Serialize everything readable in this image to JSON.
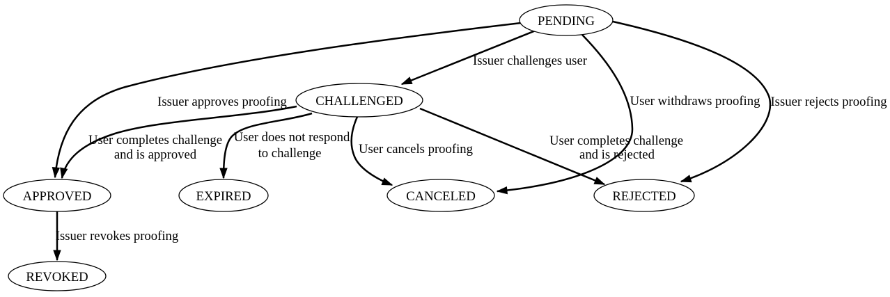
{
  "diagram": {
    "type": "state-transition-diagram",
    "background_color": "#ffffff",
    "stroke_color": "#000000",
    "text_color": "#000000",
    "nodes": {
      "pending": "PENDING",
      "challenged": "CHALLENGED",
      "approved": "APPROVED",
      "expired": "EXPIRED",
      "canceled": "CANCELED",
      "rejected": "REJECTED",
      "revoked": "REVOKED"
    },
    "edges": {
      "pending_challenged": {
        "from": "PENDING",
        "to": "CHALLENGED",
        "label": "Issuer challenges user"
      },
      "pending_approved": {
        "from": "PENDING",
        "to": "APPROVED",
        "label": "Issuer approves proofing"
      },
      "pending_canceled": {
        "from": "PENDING",
        "to": "CANCELED",
        "label": "User withdraws proofing"
      },
      "pending_rejected": {
        "from": "PENDING",
        "to": "REJECTED",
        "label": "Issuer rejects proofing"
      },
      "challenged_approved": {
        "from": "CHALLENGED",
        "to": "APPROVED",
        "label_lines": [
          "User completes challenge",
          "and is approved"
        ]
      },
      "challenged_expired": {
        "from": "CHALLENGED",
        "to": "EXPIRED",
        "label_lines": [
          "User does not respond",
          "to challenge"
        ]
      },
      "challenged_canceled": {
        "from": "CHALLENGED",
        "to": "CANCELED",
        "label": "User cancels proofing"
      },
      "challenged_rejected": {
        "from": "CHALLENGED",
        "to": "REJECTED",
        "label_lines": [
          "User completes challenge",
          "and is rejected"
        ]
      },
      "approved_revoked": {
        "from": "APPROVED",
        "to": "REVOKED",
        "label": "Issuer revokes proofing"
      }
    }
  }
}
